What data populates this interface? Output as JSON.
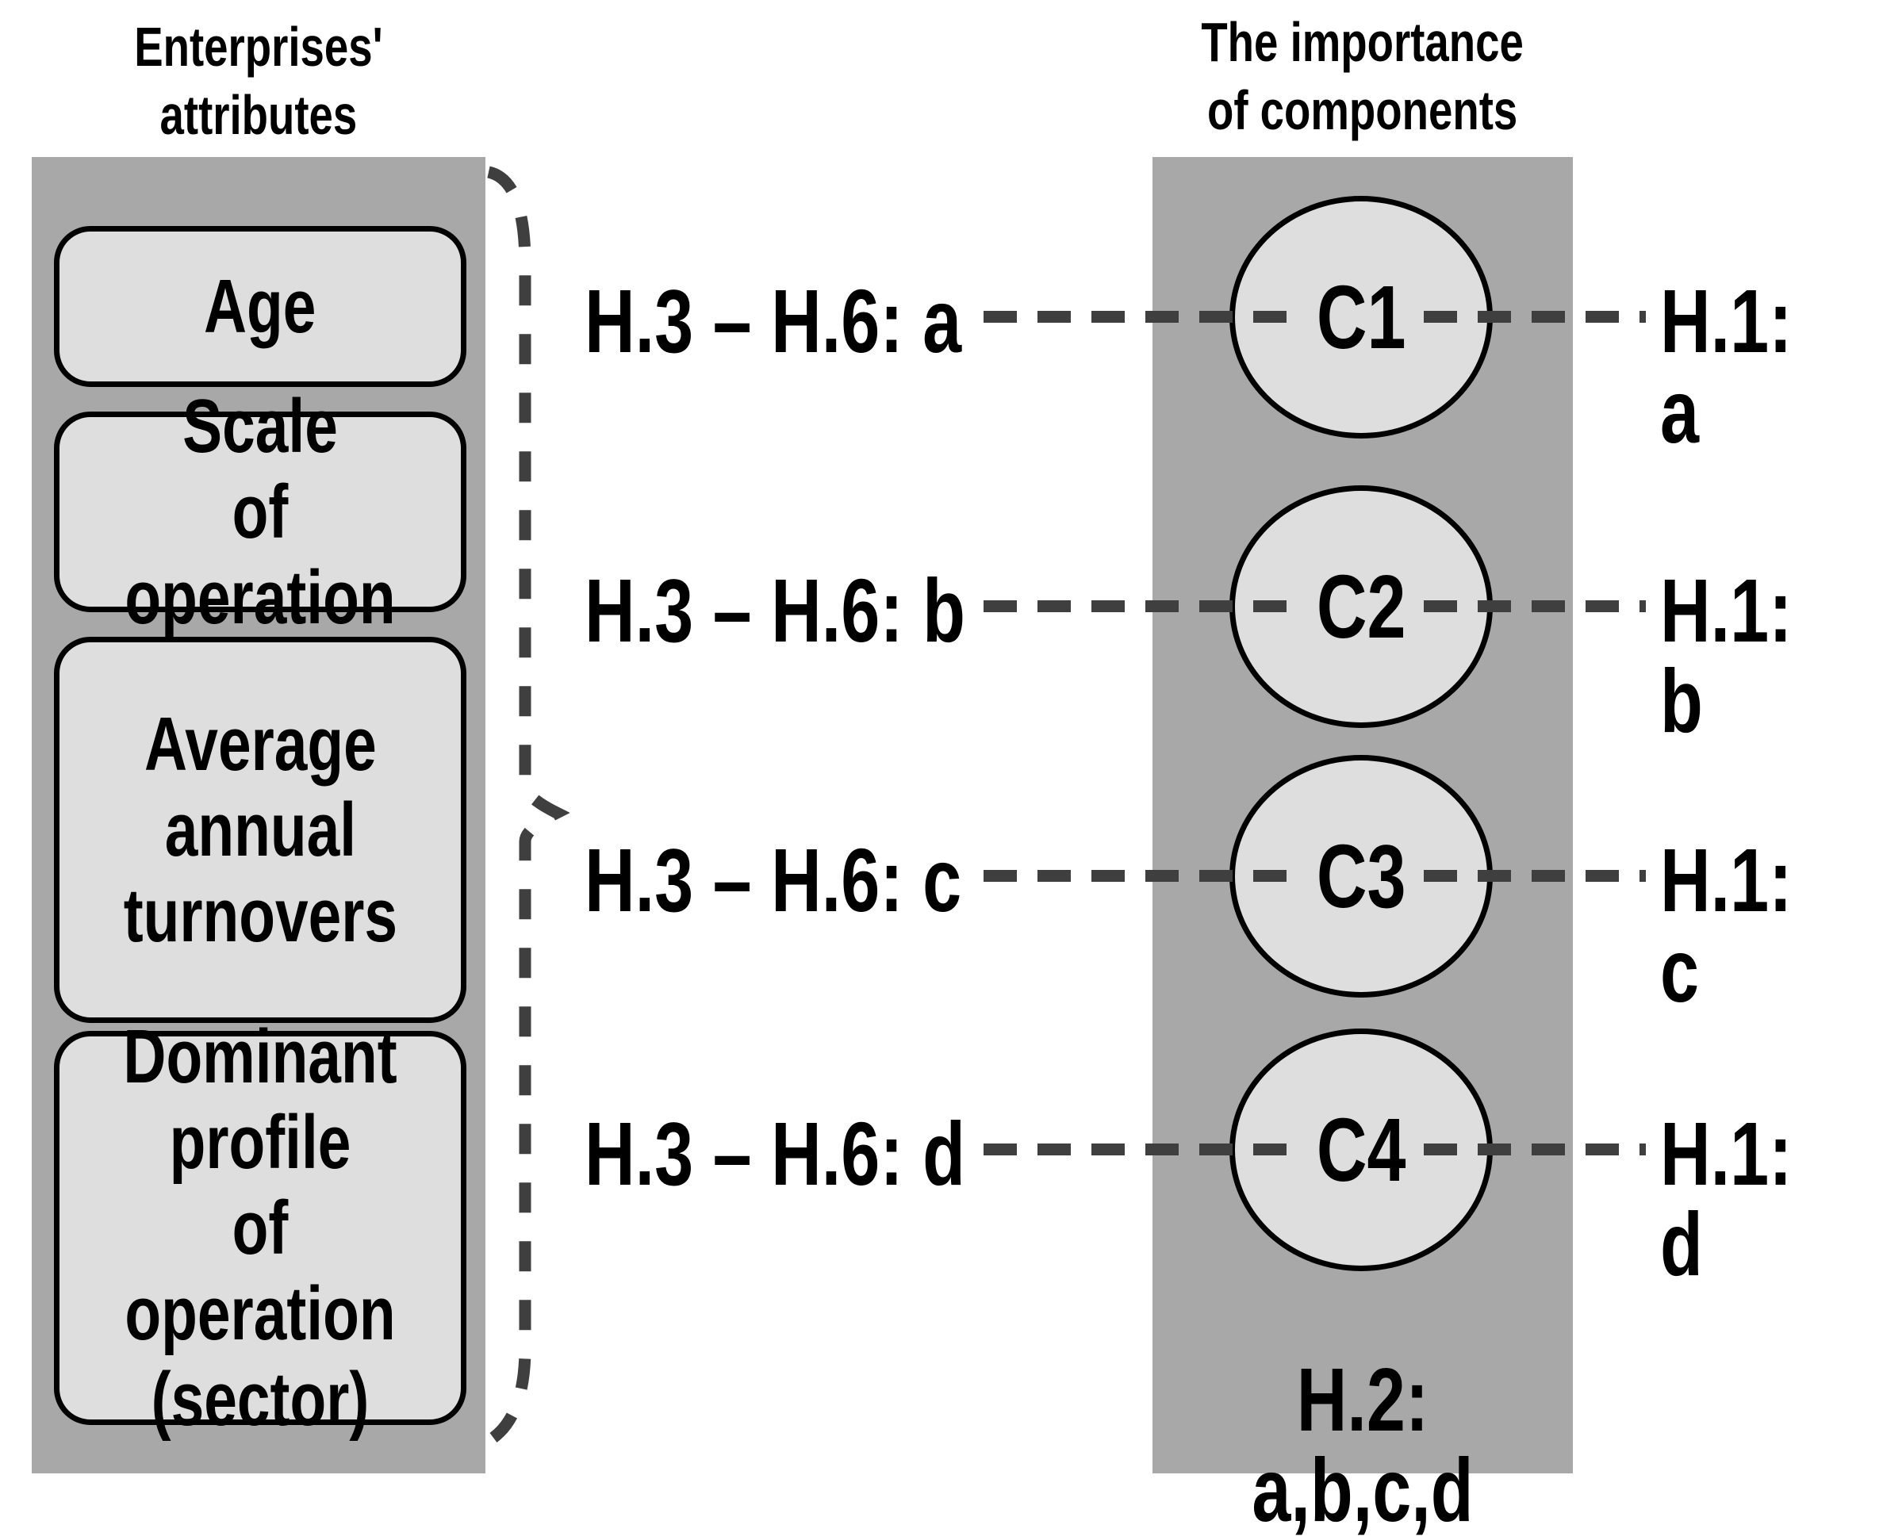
{
  "colors": {
    "panel_gray": "#a8a8a8",
    "shape_fill": "#dedede",
    "dash_gray": "#3f3f3f",
    "text": "#000000"
  },
  "left_panel": {
    "title": "Enterprises'\nattributes",
    "attributes": [
      "Age",
      "Scale\nof operation",
      "Average\nannual\nturnovers",
      "Dominant\nprofile\nof operation\n(sector)"
    ]
  },
  "right_panel": {
    "title": "The importance\nof components",
    "bottom_label": "H.2: a,b,c,d"
  },
  "rows": [
    {
      "hypothesis_label": "H.3 – H.6: a",
      "component": "C1",
      "importance_label": "H.1: a"
    },
    {
      "hypothesis_label": "H.3 – H.6: b",
      "component": "C2",
      "importance_label": "H.1: b"
    },
    {
      "hypothesis_label": "H.3 – H.6: c",
      "component": "C3",
      "importance_label": "H.1: c"
    },
    {
      "hypothesis_label": "H.3 – H.6: d",
      "component": "C4",
      "importance_label": "H.1: d"
    }
  ]
}
